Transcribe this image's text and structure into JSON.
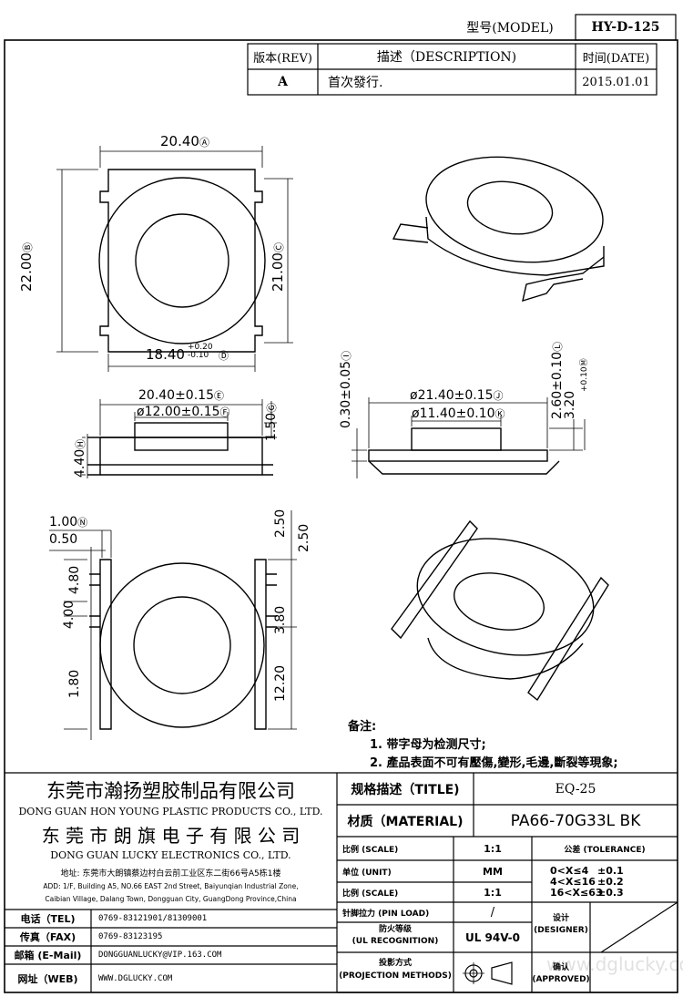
{
  "header": {
    "model_label": "型号(MODEL)",
    "model_value": "HY-D-125"
  },
  "revision_table": {
    "rev_header": "版本(REV)",
    "desc_header": "描述（DESCRIPTION)",
    "date_header": "时间(DATE)",
    "rev": "A",
    "desc": "首次發行.",
    "date": "2015.01.01"
  },
  "dimensions": {
    "top_width": "20.40",
    "top_width_tag": "Ⓐ",
    "left_height": "22.00",
    "left_height_tag": "Ⓑ",
    "right_height": "21.00",
    "right_height_tag": "Ⓒ",
    "inner_width": "18.40",
    "inner_tol_plus": "+0.20",
    "inner_tol_minus": "-0.10",
    "inner_tag": "Ⓓ",
    "flange_width": "20.40±0.15",
    "flange_tag": "Ⓔ",
    "bore": "ø12.00±0.15",
    "bore_tag": "Ⓕ",
    "flange_thick": "1.50",
    "flange_thick_tag": "Ⓖ",
    "total_height": "4.40",
    "total_height_tag": "Ⓗ",
    "side_thick": "0.30±0.05",
    "side_thick_tag": "Ⓘ",
    "outer_dia": "ø21.40±0.15",
    "outer_dia_tag": "Ⓙ",
    "inner_dia": "ø11.40±0.10",
    "inner_dia_tag": "Ⓚ",
    "side_h1": "2.60±0.10",
    "side_h1_tag": "Ⓛ",
    "side_h2": "3.20",
    "side_h2_tol": "+0.10",
    "side_h2_tag": "Ⓜ",
    "pin_w": "1.00",
    "pin_w_tag": "Ⓝ",
    "d050": "0.50",
    "d480": "4.80",
    "d400": "4.00",
    "d180": "1.80",
    "d250a": "2.50",
    "d250b": "2.50",
    "d380": "3.80",
    "d1220": "12.20"
  },
  "notes": {
    "title": "备注:",
    "items": [
      "1. 带字母为检测尺寸;",
      "2. 產品表面不可有壓傷,變形,毛邊,斷裂等現象;"
    ]
  },
  "company": {
    "name1_cn": "东莞市瀚扬塑胶制品有限公司",
    "name1_en": "DONG GUAN HON YOUNG PLASTIC PRODUCTS CO., LTD.",
    "name2_cn": "东 莞 市 朗 旗 电 子 有 限 公 司",
    "name2_en": "DONG GUAN LUCKY ELECTRONICS CO., LTD.",
    "addr_cn": "地址: 东莞市大朗镇蔡边村白云前工业区东二街66号A5栋1楼",
    "addr_en1": "ADD: 1/F, Building A5, NO.66 EAST 2nd Street, Baiyunqian Industrial Zone,",
    "addr_en2": "Caibian Village, Dalang Town, Dongguan City, GuangDong Province,China"
  },
  "contacts": [
    {
      "label": "电话（TEL)",
      "value": "0769-83121901/81309001"
    },
    {
      "label": "传真（FAX)",
      "value": "0769-83123195"
    },
    {
      "label": "邮箱 (E-Mail)",
      "value": "DONGGUANLUCKY@VIP.163.COM"
    },
    {
      "label": "网址（WEB)",
      "value": "WWW.DGLUCKY.COM"
    }
  ],
  "title_block": {
    "title_label": "规格描述（TITLE)",
    "title_value": "EQ-25",
    "material_label": "材质（MATERIAL)",
    "material_value": "PA66-70G33L BK",
    "scale_label": "比例 (SCALE)",
    "scale_value": "1:1",
    "tolerance_label": "公差 (TOLERANCE)",
    "unit_label": "单位 (UNIT)",
    "unit_value": "MM",
    "scale2_label": "比例 (SCALE)",
    "scale2_value": "1:1",
    "tol_rows": [
      {
        "range": "0<X≤4",
        "tol": "±0.1"
      },
      {
        "range": "4<X≤16",
        "tol": "±0.2"
      },
      {
        "range": "16<X≤63",
        "tol": "±0.3"
      }
    ],
    "pin_load_label": "针脚拉力 (PIN LOAD)",
    "pin_load_value": "/",
    "ul_label_cn": "防火等级",
    "ul_label_en": "(UL RECOGNITION)",
    "ul_value": "UL 94V-0",
    "designer_cn": "设计",
    "designer_en": "(DESIGNER)",
    "proj_label_cn": "投影方式",
    "proj_label_en": "(PROJECTION METHODS)",
    "approved_cn": "确认",
    "approved_en": "(APPROVED)"
  },
  "watermark": "www.dglucky.com"
}
